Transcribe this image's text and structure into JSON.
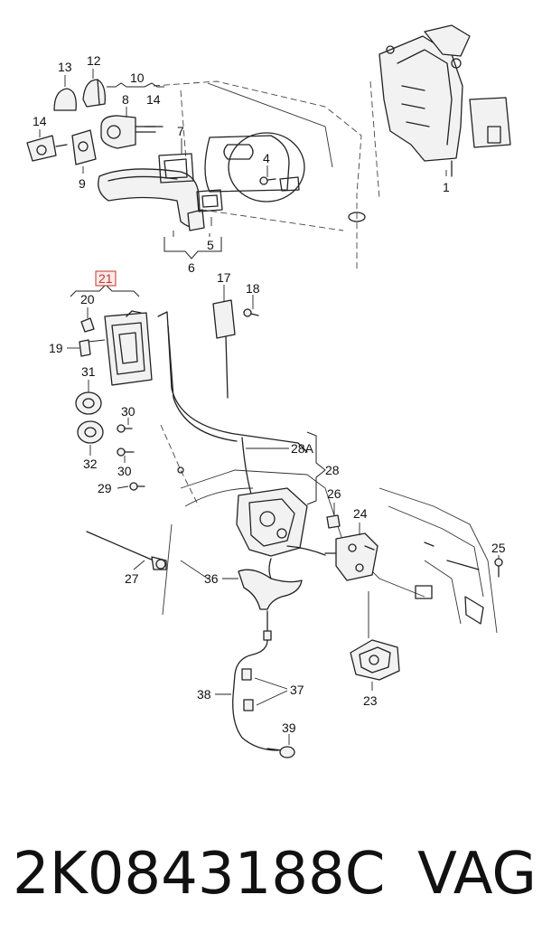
{
  "diagram": {
    "callouts": [
      {
        "id": "c1",
        "text": "1"
      },
      {
        "id": "c4",
        "text": "4"
      },
      {
        "id": "c5",
        "text": "5"
      },
      {
        "id": "c6",
        "text": "6"
      },
      {
        "id": "c7",
        "text": "7"
      },
      {
        "id": "c8",
        "text": "8"
      },
      {
        "id": "c9",
        "text": "9"
      },
      {
        "id": "c10",
        "text": "10"
      },
      {
        "id": "c12",
        "text": "12"
      },
      {
        "id": "c13",
        "text": "13"
      },
      {
        "id": "c14a",
        "text": "14"
      },
      {
        "id": "c14b",
        "text": "14"
      },
      {
        "id": "c17",
        "text": "17"
      },
      {
        "id": "c18",
        "text": "18"
      },
      {
        "id": "c19",
        "text": "19"
      },
      {
        "id": "c20",
        "text": "20"
      },
      {
        "id": "c21",
        "text": "21"
      },
      {
        "id": "c23",
        "text": "23"
      },
      {
        "id": "c24",
        "text": "24"
      },
      {
        "id": "c25",
        "text": "25"
      },
      {
        "id": "c26",
        "text": "26"
      },
      {
        "id": "c27",
        "text": "27"
      },
      {
        "id": "c28",
        "text": "28"
      },
      {
        "id": "c28a",
        "text": "28A"
      },
      {
        "id": "c29",
        "text": "29"
      },
      {
        "id": "c30a",
        "text": "30"
      },
      {
        "id": "c30b",
        "text": "30"
      },
      {
        "id": "c31",
        "text": "31"
      },
      {
        "id": "c32",
        "text": "32"
      },
      {
        "id": "c36",
        "text": "36"
      },
      {
        "id": "c37",
        "text": "37"
      },
      {
        "id": "c38",
        "text": "38"
      },
      {
        "id": "c39",
        "text": "39"
      }
    ],
    "highlight_color": "#c0392b"
  },
  "caption": {
    "part_number": "2K0843188C",
    "brand": "VAG"
  }
}
